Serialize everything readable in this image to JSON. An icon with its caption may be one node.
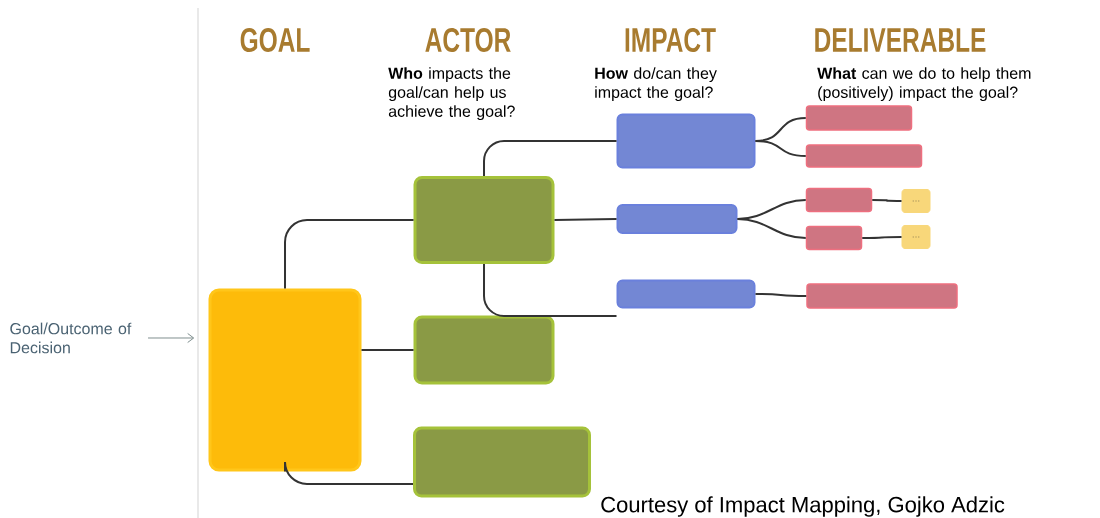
{
  "diagram": {
    "nodes": [
      {
        "text": [
          "Goal/Outcome of Decision"
        ]
      },
      {
        "text": [],
        "shape": "box"
      },
      {
        "text": [],
        "shape": "box"
      },
      {
        "text": [],
        "shape": "box"
      },
      {
        "text": [],
        "shape": "box"
      },
      {
        "text": [],
        "shape": "box"
      },
      {
        "text": [],
        "shape": "box"
      },
      {
        "text": [],
        "shape": "box"
      },
      {
        "text": [],
        "shape": "box"
      },
      {
        "text": [],
        "shape": "box"
      },
      {
        "text": [],
        "shape": "box"
      },
      {
        "text": [],
        "shape": "box"
      },
      {
        "text": [],
        "shape": "box"
      },
      {
        "text": [
          "..."
        ]
      },
      {
        "text": [
          "..."
        ]
      }
    ],
    "edges": [
      {
        "from": 0,
        "to": 1,
        "arrow": "to",
        "color": "#7f8f8f"
      },
      {
        "from": 1,
        "to": 2,
        "arrow": "none"
      },
      {
        "from": 1,
        "to": 3,
        "arrow": "none"
      },
      {
        "from": 1,
        "to": 4,
        "arrow": "none"
      },
      {
        "from": 2,
        "to": 5,
        "arrow": "none"
      },
      {
        "from": 2,
        "to": 6,
        "arrow": "none"
      },
      {
        "from": 2,
        "to": 7,
        "arrow": "none"
      },
      {
        "from": 5,
        "to": 8,
        "arrow": "none"
      },
      {
        "from": 5,
        "to": 9,
        "arrow": "none"
      },
      {
        "from": 6,
        "to": 10,
        "arrow": "none"
      },
      {
        "from": 6,
        "to": 11,
        "arrow": "none"
      },
      {
        "from": 7,
        "to": 12,
        "arrow": "none"
      },
      {
        "from": 10,
        "to": 13,
        "arrow": "none"
      },
      {
        "from": 11,
        "to": 14,
        "arrow": "none"
      }
    ],
    "labels": [
      "GOAL",
      "ACTOR",
      "IMPACT",
      "DELIVERABLE",
      "**Who** impacts the goal/can help us achieve the goal?",
      "**How** do/can they impact the goal?",
      "**What** can we do to help them (positively) impact the goal?",
      "Courtesy of Impact Mapping, Gojko Adzic"
    ]
  }
}
